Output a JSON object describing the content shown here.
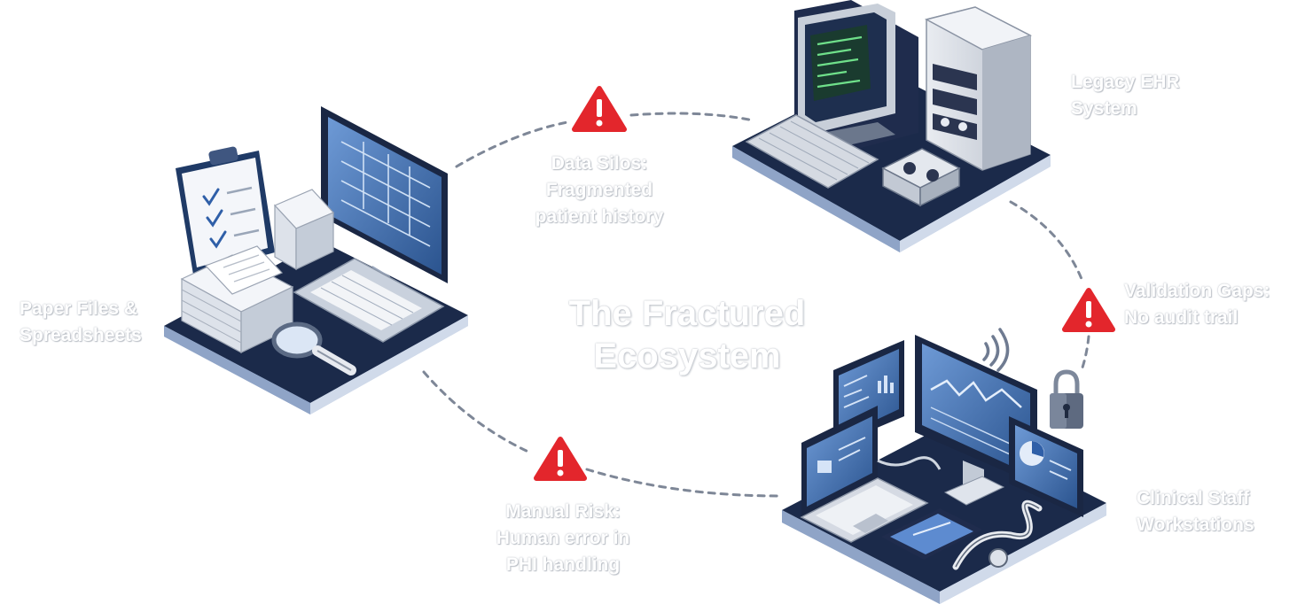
{
  "title": "The Fractured\nEcosystem",
  "nodes": {
    "paper": {
      "label": "Paper Files &\nSpreadsheets"
    },
    "legacy": {
      "label": "Legacy EHR\nSystem"
    },
    "clinical": {
      "label": "Clinical Staff\nWorkstations"
    }
  },
  "warnings": {
    "data_silos": "Data Silos:\nFragmented\npatient history",
    "validation_gaps": "Validation Gaps:\nNo audit trail",
    "manual_risk": "Manual Risk:\nHuman error in\nPHI handling"
  },
  "icons": {
    "warning": "warning-triangle-icon",
    "lock": "padlock-icon",
    "wifi": "wifi-icon",
    "magnifier": "magnifier-icon",
    "stethoscope": "stethoscope-icon"
  },
  "colors": {
    "platform": "#1b2a4a",
    "platform_edge": "#aebfdc",
    "screen": "#2f5fa8",
    "warning": "#e3262c",
    "connector": "#7e8797"
  }
}
